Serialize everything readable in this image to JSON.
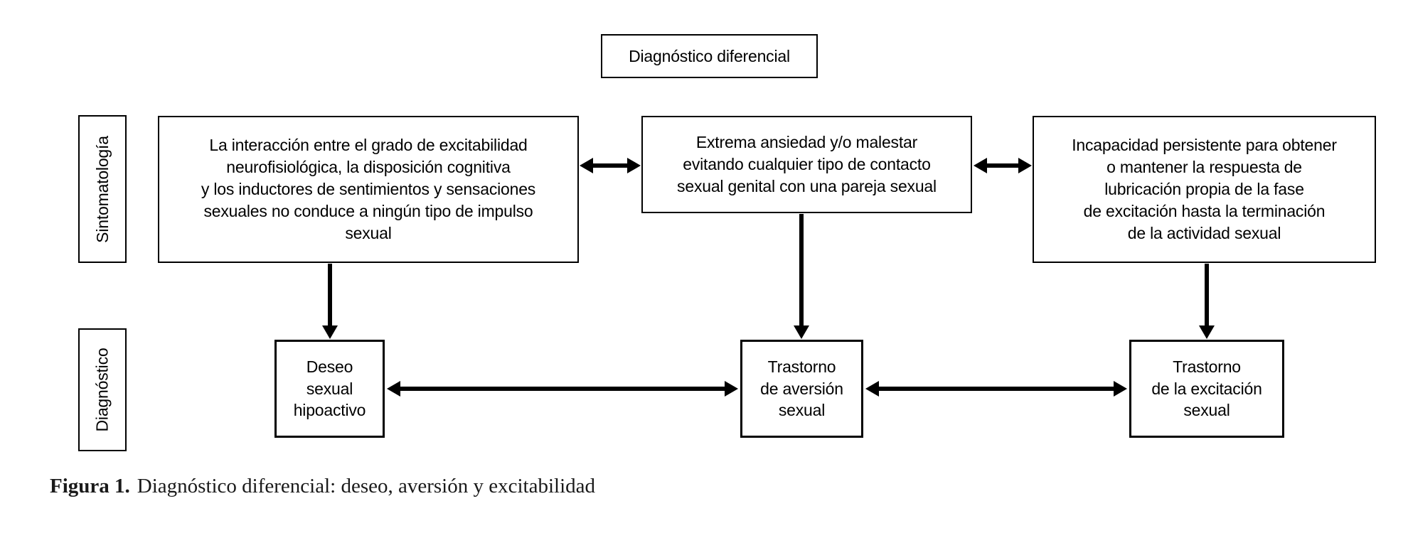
{
  "colors": {
    "background": "#ffffff",
    "line": "#000000",
    "text": "#000000"
  },
  "diagram": {
    "title_box": "Diagnóstico diferencial",
    "row_labels": {
      "symptoms": "Sintomatología",
      "diagnosis": "Diagnóstico"
    },
    "symptom_boxes": [
      "La interacción entre el grado de excitabilidad\nneurofisiológica, la disposición cognitiva\ny los inductores de sentimientos y sensaciones\nsexuales no conduce a ningún tipo de impulso\nsexual",
      "Extrema ansiedad y/o malestar\nevitando cualquier tipo de contacto\nsexual genital con una pareja sexual",
      "Incapacidad persistente para obtener\no mantener la respuesta de\nlubricación propia de la fase\nde excitación hasta la terminación\nde la actividad sexual"
    ],
    "diagnosis_boxes": [
      "Deseo\nsexual\nhipoactivo",
      "Trastorno\nde aversión\nsexual",
      "Trastorno\nde la excitación\nsexual"
    ],
    "caption": {
      "label": "Figura 1.",
      "text": "Diagnóstico diferencial: deseo, aversión y excitabilidad"
    }
  }
}
